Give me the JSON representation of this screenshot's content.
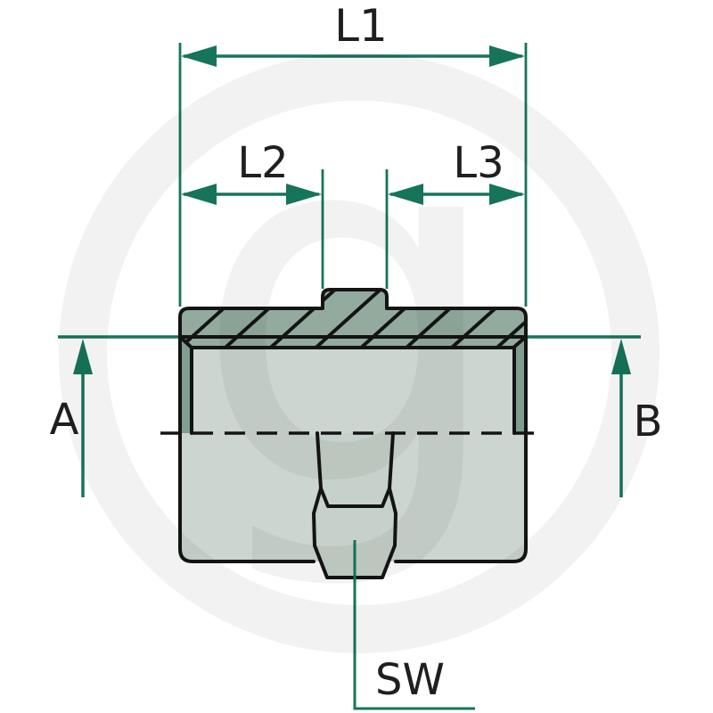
{
  "diagram": {
    "labels": {
      "l1": "L1",
      "l2": "L2",
      "l3": "L3",
      "a": "A",
      "b": "B",
      "sw": "SW"
    },
    "watermark": {
      "letter": "g"
    },
    "colors": {
      "dimension": "#16745a",
      "outline": "#141414",
      "label": "#1f1f1f",
      "band": "#92ab9e",
      "recess": "#819d8f",
      "body": "#ccd5cf",
      "nut": "#c5d1ca",
      "background": "#ffffff",
      "watermark_overlay": "rgba(20,25,22,0.055)"
    }
  }
}
